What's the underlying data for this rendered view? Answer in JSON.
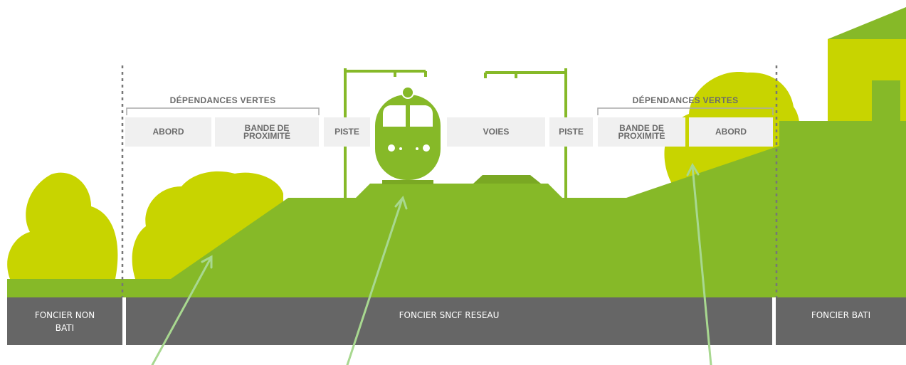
{
  "colors": {
    "ground_green": "#86b928",
    "foliage_lime": "#c8d400",
    "dark_band": "#666666",
    "label_bg": "#f0f0f0",
    "label_text": "#6b6b6b",
    "arrow": "#a8d890"
  },
  "groups": {
    "left_title": "DÉPENDANCES VERTES",
    "right_title": "DÉPENDANCES VERTES"
  },
  "zones": {
    "abord_left": "ABORD",
    "bande_left": "BANDE DE\nPROXIMITÉ",
    "piste_left": "PISTE",
    "voies": "VOIES",
    "piste_right": "PISTE",
    "bande_right": "BANDE DE\nPROXIMITÉ",
    "abord_right": "ABORD"
  },
  "land": {
    "non_bati": "FONCIER NON\nBATI",
    "sncf": "FONCIER SNCF RESEAU",
    "bati": "FONCIER BATI"
  },
  "icons": [
    "train-icon",
    "tree-icon",
    "building-icon",
    "arrow-icon"
  ]
}
